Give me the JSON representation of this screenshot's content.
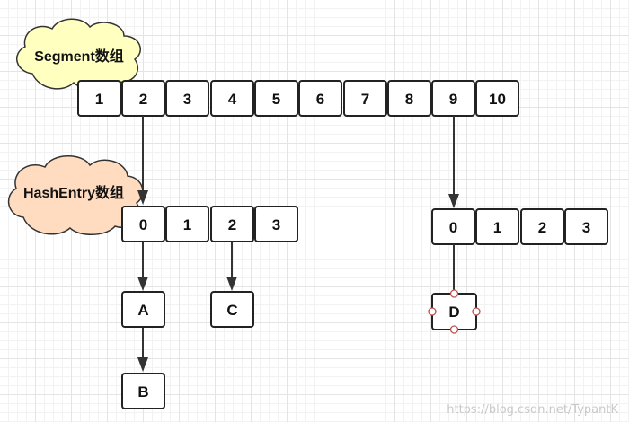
{
  "clouds": {
    "segment": "Segment数组",
    "hashentry": "HashEntry数组"
  },
  "segment_cells": [
    "1",
    "2",
    "3",
    "4",
    "5",
    "6",
    "7",
    "8",
    "9",
    "10"
  ],
  "hashentry_left": [
    "0",
    "1",
    "2",
    "3"
  ],
  "hashentry_right": [
    "0",
    "1",
    "2",
    "3"
  ],
  "nodes": {
    "a": "A",
    "b": "B",
    "c": "C",
    "d": "D"
  },
  "watermark": "https://blog.csdn.net/TypantK",
  "colors": {
    "segment_cloud_fill": "#ffffc0",
    "hashentry_cloud_fill": "#ffdcc0",
    "selection_handle": "#b85450"
  }
}
